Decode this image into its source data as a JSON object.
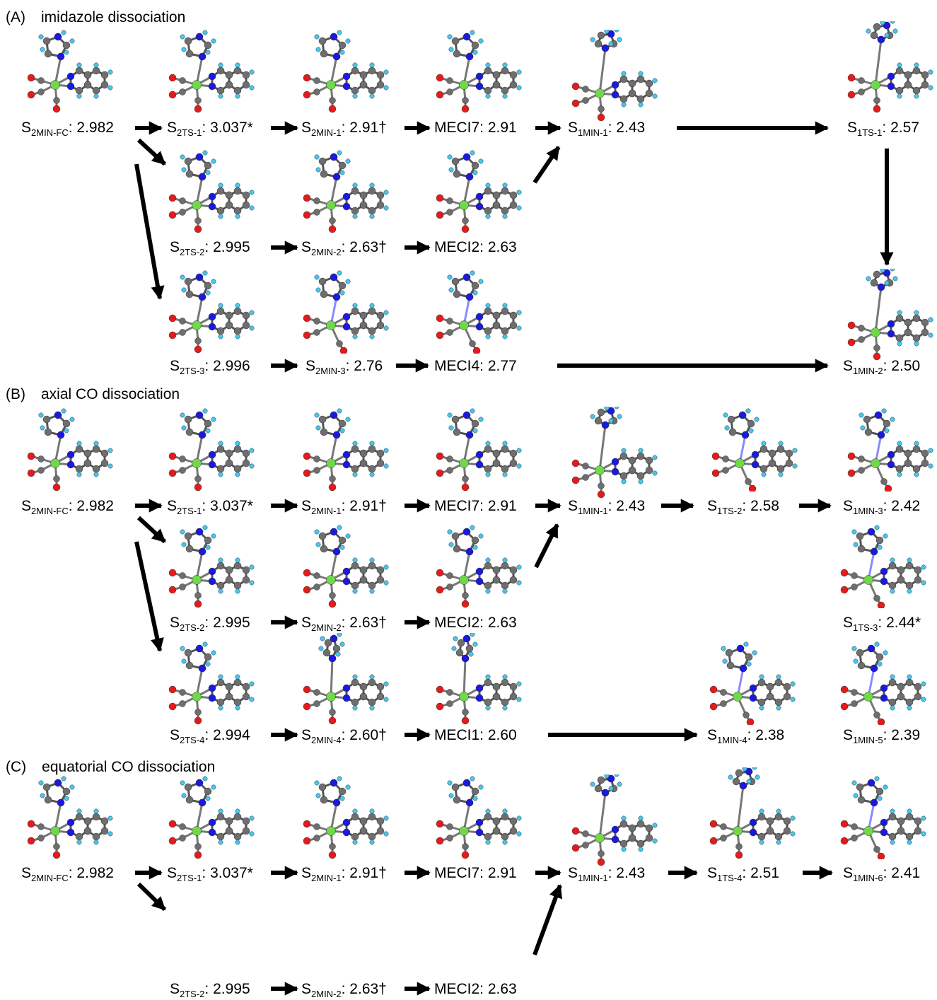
{
  "colors": {
    "metal": "#6fd94a",
    "carbon": "#6e6e6e",
    "nitrogen": "#1a1adf",
    "oxygen": "#e41b1b",
    "hydrogen": "#44c8f0",
    "arrow": "#000000"
  },
  "sections": {
    "A": {
      "tag": "(A)",
      "title": "imidazole dissociation"
    },
    "B": {
      "tag": "(B)",
      "title": "axial CO dissociation"
    },
    "C": {
      "tag": "(C)",
      "title": "equatorial CO dissociation"
    }
  },
  "sec_a": {
    "s2min_fc": {
      "s": "S",
      "sub": "2MIN-FC",
      "val": ": 2.982"
    },
    "s2ts1": {
      "s": "S",
      "sub": "2TS-1",
      "val": ": 3.037*"
    },
    "s2min1": {
      "s": "S",
      "sub": "2MIN-1",
      "val": ": 2.91†"
    },
    "meci7": {
      "s": "MECI7: 2.91",
      "sub": "",
      "val": ""
    },
    "s1min1": {
      "s": "S",
      "sub": "1MIN-1",
      "val": ": 2.43"
    },
    "s1ts1": {
      "s": "S",
      "sub": "1TS-1",
      "val": ": 2.57"
    },
    "s2ts2": {
      "s": "S",
      "sub": "2TS-2",
      "val": ": 2.995"
    },
    "s2min2": {
      "s": "S",
      "sub": "2MIN-2",
      "val": ": 2.63†"
    },
    "meci2": {
      "s": "MECI2: 2.63",
      "sub": "",
      "val": ""
    },
    "s2ts3": {
      "s": "S",
      "sub": "2TS-3",
      "val": ": 2.996"
    },
    "s2min3": {
      "s": "S",
      "sub": "2MIN-3",
      "val": ": 2.76"
    },
    "meci4": {
      "s": "MECI4: 2.77",
      "sub": "",
      "val": ""
    },
    "s1min2": {
      "s": "S",
      "sub": "1MIN-2",
      "val": ": 2.50"
    }
  },
  "sec_b": {
    "s2min_fc": {
      "s": "S",
      "sub": "2MIN-FC",
      "val": ": 2.982"
    },
    "s2ts1": {
      "s": "S",
      "sub": "2TS-1",
      "val": ": 3.037*"
    },
    "s2min1": {
      "s": "S",
      "sub": "2MIN-1",
      "val": ": 2.91†"
    },
    "meci7": {
      "s": "MECI7: 2.91",
      "sub": "",
      "val": ""
    },
    "s1min1": {
      "s": "S",
      "sub": "1MIN-1",
      "val": ": 2.43"
    },
    "s1ts2": {
      "s": "S",
      "sub": "1TS-2",
      "val": ": 2.58"
    },
    "s1min3": {
      "s": "S",
      "sub": "1MIN-3",
      "val": ": 2.42"
    },
    "s2ts2": {
      "s": "S",
      "sub": "2TS-2",
      "val": ": 2.995"
    },
    "s2min2": {
      "s": "S",
      "sub": "2MIN-2",
      "val": ": 2.63†"
    },
    "meci2": {
      "s": "MECI2: 2.63",
      "sub": "",
      "val": ""
    },
    "s1ts3": {
      "s": "S",
      "sub": "1TS-3",
      "val": ": 2.44*"
    },
    "s2ts4": {
      "s": "S",
      "sub": "2TS-4",
      "val": ": 2.994"
    },
    "s2min4": {
      "s": "S",
      "sub": "2MIN-4",
      "val": ": 2.60†"
    },
    "meci1": {
      "s": "MECI1: 2.60",
      "sub": "",
      "val": ""
    },
    "s1min4": {
      "s": "S",
      "sub": "1MIN-4",
      "val": ": 2.38"
    },
    "s1min5": {
      "s": "S",
      "sub": "1MIN-5",
      "val": ": 2.39"
    }
  },
  "sec_c": {
    "s2min_fc": {
      "s": "S",
      "sub": "2MIN-FC",
      "val": ": 2.982"
    },
    "s2ts1": {
      "s": "S",
      "sub": "2TS-1",
      "val": ": 3.037*"
    },
    "s2min1": {
      "s": "S",
      "sub": "2MIN-1",
      "val": ": 2.91†"
    },
    "meci7": {
      "s": "MECI7: 2.91",
      "sub": "",
      "val": ""
    },
    "s1min1": {
      "s": "S",
      "sub": "1MIN-1",
      "val": ": 2.43"
    },
    "s1ts4": {
      "s": "S",
      "sub": "1TS-4",
      "val": ": 2.51"
    },
    "s1min6": {
      "s": "S",
      "sub": "1MIN-6",
      "val": ": 2.41"
    },
    "s2ts2": {
      "s": "S",
      "sub": "2TS-2",
      "val": ": 2.995"
    },
    "s2min2": {
      "s": "S",
      "sub": "2MIN-2",
      "val": ": 2.63†"
    },
    "meci2": {
      "s": "MECI2: 2.63",
      "sub": "",
      "val": ""
    }
  }
}
